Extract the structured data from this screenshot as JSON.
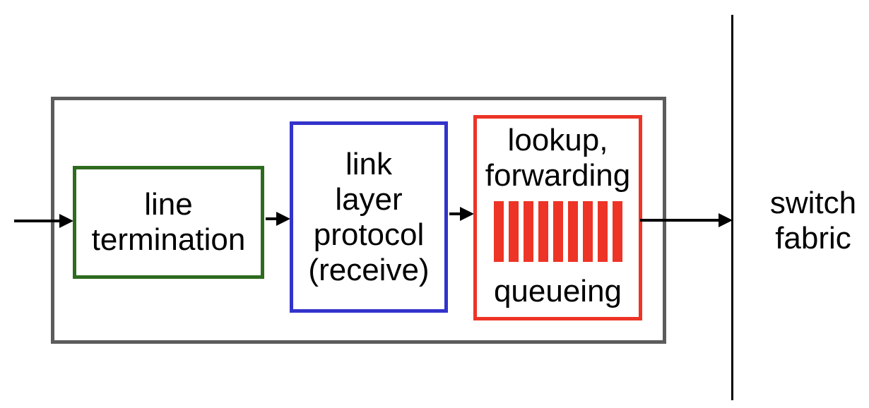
{
  "colors": {
    "outer_box_border": "#5C5C5C",
    "line_termination_border": "#2E6B1E",
    "link_layer_border": "#3333CC",
    "lookup_border": "#ED3426",
    "queue_bar": "#ED3426",
    "arrow": "#000000",
    "fabric_line": "#000000",
    "text": "#000000"
  },
  "boxes": {
    "line_termination": {
      "line1": "line",
      "line2": "termination"
    },
    "link_layer_protocol": {
      "line1": "link",
      "line2": "layer",
      "line3": "protocol",
      "line4": "(receive)"
    },
    "lookup_forwarding": {
      "line1": "lookup,",
      "line2": "forwarding",
      "queueing_label": "queueing",
      "queue_bar_count": 9
    }
  },
  "labels": {
    "switch_fabric_line1": "switch",
    "switch_fabric_line2": "fabric"
  }
}
